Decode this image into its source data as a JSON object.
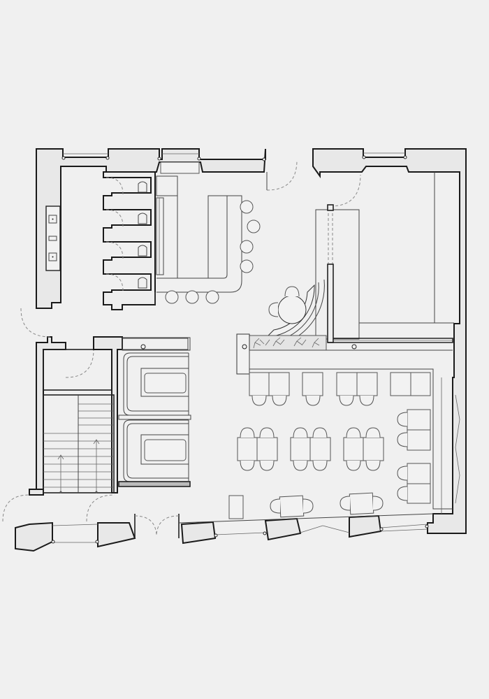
{
  "colors": {
    "background": "#f0f0f0",
    "wall_fill": "#e8e8e8",
    "wall_stroke": "#1a1a1a",
    "furniture_stroke": "#555555",
    "door_swing": "#888888"
  },
  "elements": {
    "rooms": [
      "restroom-stalls",
      "service-bar",
      "stairwell",
      "bathtub-room",
      "dining-area",
      "kitchen-corner"
    ],
    "icons": [
      "door-swing-icon",
      "chair-icon",
      "table-icon",
      "toilet-icon",
      "plant-icon",
      "stair-arrow-icon"
    ]
  }
}
